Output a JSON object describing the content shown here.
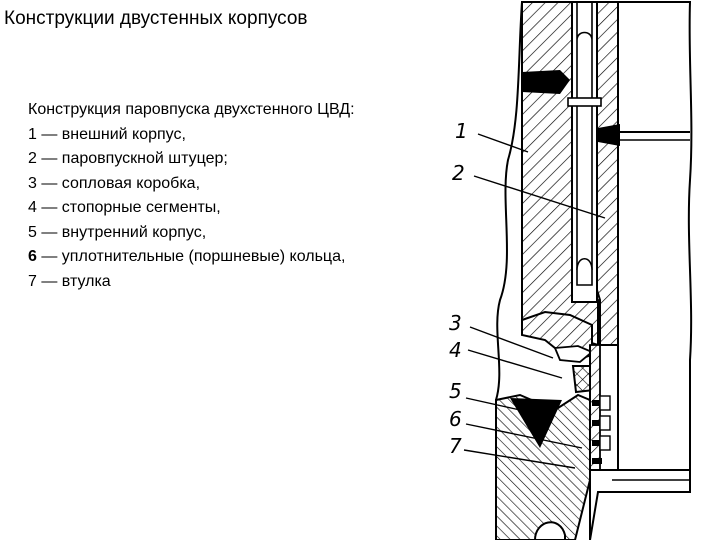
{
  "title": "Конструкции двустенных корпусов",
  "caption": {
    "heading": "Конструкция паровпуска двухстенного ЦВД:",
    "items": [
      {
        "num": "1",
        "text": " — внешний корпус,"
      },
      {
        "num": "2",
        "text": " — паровпускной штуцер;"
      },
      {
        "num": "3",
        "text": " — сопловая коробка,"
      },
      {
        "num": "4",
        "text": " — стопорные сегменты,"
      },
      {
        "num": "5",
        "text": " — внутренний корпус,"
      },
      {
        "num": "6",
        "text": " — уплотнительные (поршневые) кольца,"
      },
      {
        "num": "7",
        "text": " — втулка"
      }
    ]
  },
  "callouts": [
    "1",
    "2",
    "3",
    "4",
    "5",
    "6",
    "7"
  ]
}
